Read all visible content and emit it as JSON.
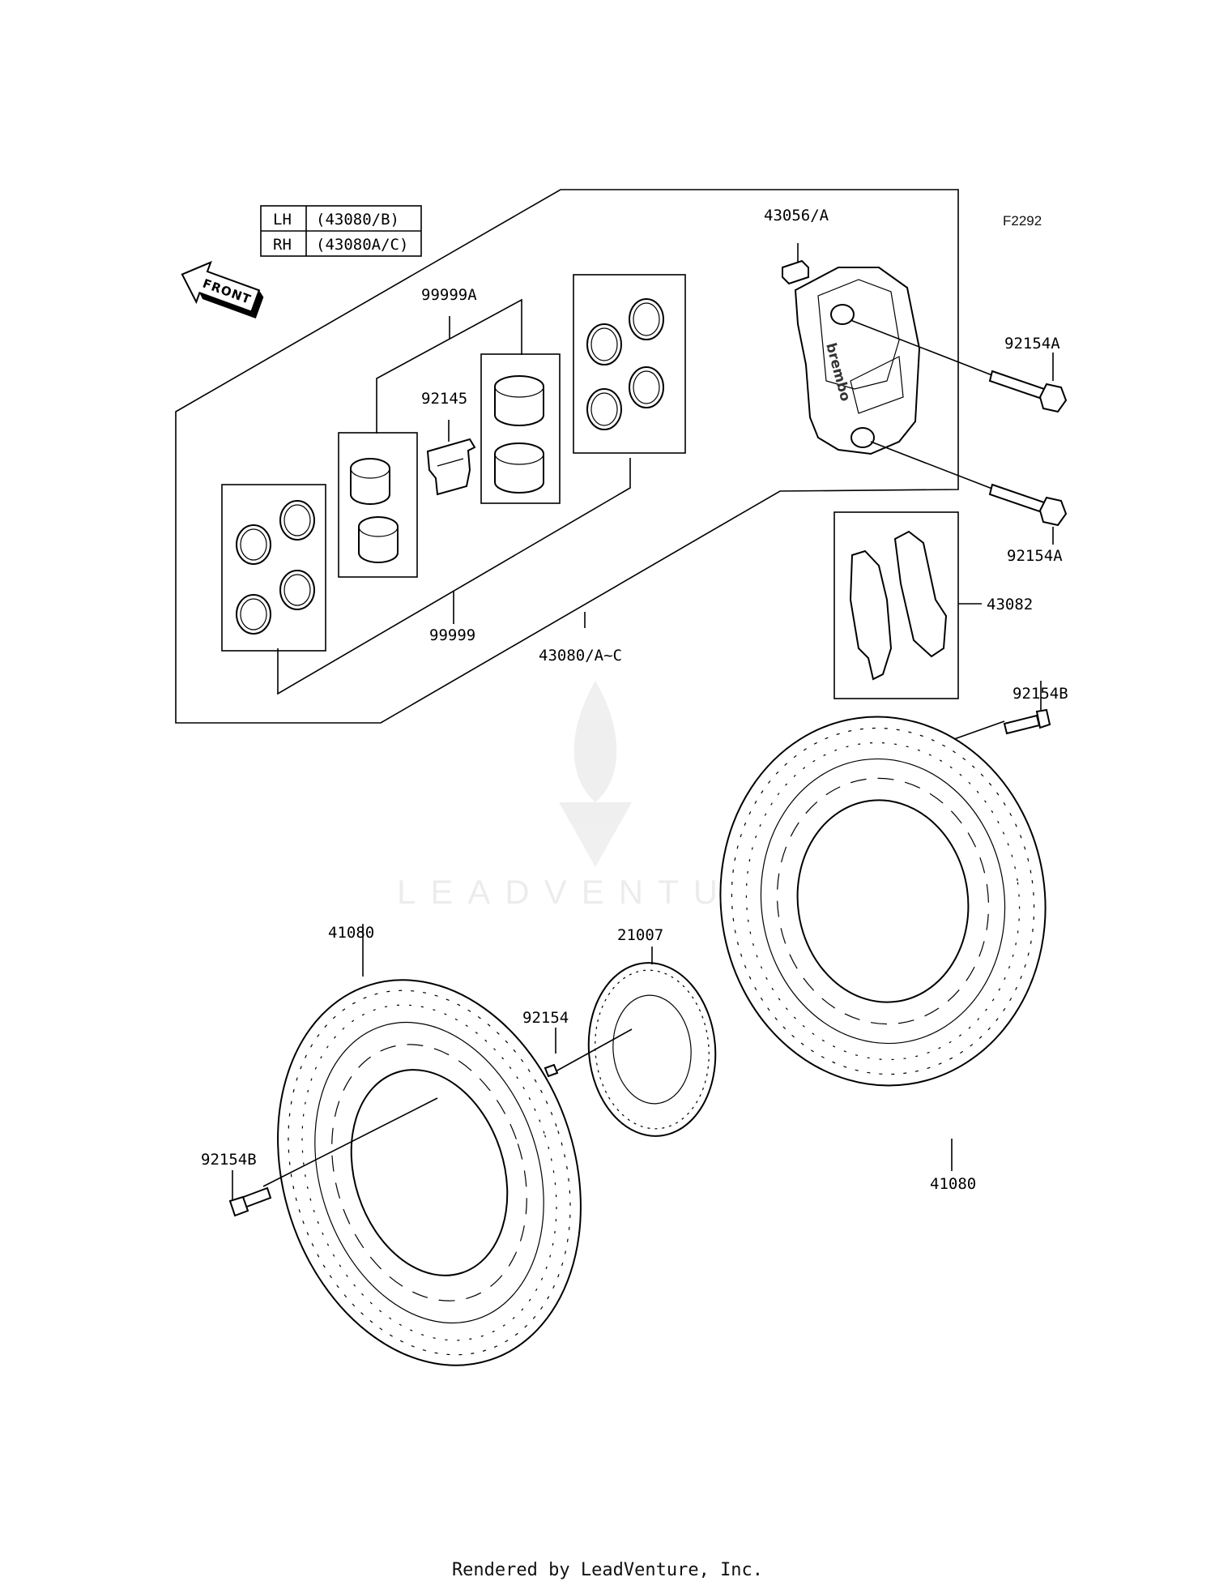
{
  "diagram": {
    "code": "F2292",
    "legend": [
      {
        "side": "LH",
        "part": "(43080/B)"
      },
      {
        "side": "RH",
        "part": "(43080A/C)"
      }
    ],
    "front_label": "FRONT",
    "brand_mark": "brembo",
    "labels": {
      "43056A": "43056/A",
      "92154A_top": "92154A",
      "92154A_bottom": "92154A",
      "43082": "43082",
      "99999A": "99999A",
      "92145": "92145",
      "99999": "99999",
      "43080AC": "43080/A~C",
      "92154B_right": "92154B",
      "41080_left": "41080",
      "21007": "21007",
      "92154": "92154",
      "92154B_left": "92154B",
      "41080_right": "41080"
    },
    "watermark": "LEADVENTURE",
    "footer": "Rendered by LeadVenture, Inc."
  }
}
